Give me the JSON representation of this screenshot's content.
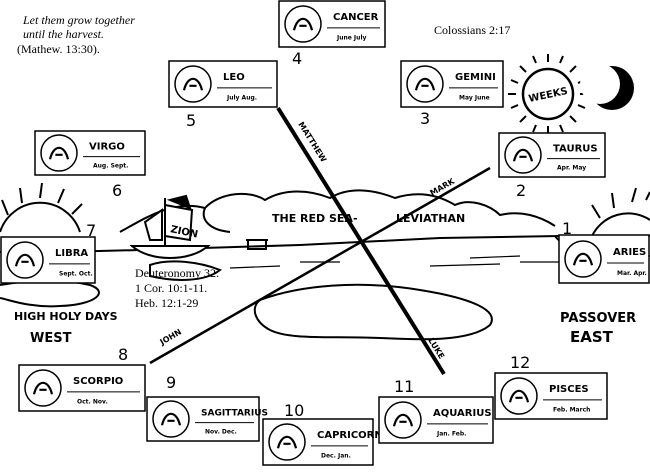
{
  "quote": {
    "line1": "Let them grow together",
    "line2": "until the harvest.",
    "ref": "(Mathew. 13:30)."
  },
  "colossians": "Colossians 2:17",
  "refs": [
    "Deuteronomy 32.",
    "1 Cor. 10:1-11.",
    "Heb. 12:1-29"
  ],
  "sea": {
    "left": "THE RED SEA-",
    "right": "LEVIATHAN"
  },
  "ship_label": "ZION",
  "weeks": "WEEKS",
  "gospels": {
    "matthew": "MATTHEW",
    "mark": "MARK",
    "luke": "LUKE",
    "john": "JOHN"
  },
  "labels": {
    "high_holy": "HIGH HOLY DAYS",
    "west": "WEST",
    "passover": "PASSOVER",
    "east": "EAST"
  },
  "signs": [
    {
      "num": "1",
      "name": "ARIES",
      "months": "Mar.   Apr."
    },
    {
      "num": "2",
      "name": "TAURUS",
      "months": "Apr.   May"
    },
    {
      "num": "3",
      "name": "GEMINI",
      "months": "May   June"
    },
    {
      "num": "4",
      "name": "CANCER",
      "months": "June   July"
    },
    {
      "num": "5",
      "name": "LEO",
      "months": "July   Aug."
    },
    {
      "num": "6",
      "name": "VIRGO",
      "months": "Aug.   Sept."
    },
    {
      "num": "7",
      "name": "LIBRA",
      "months": "Sept.   Oct."
    },
    {
      "num": "8",
      "name": "SCORPIO",
      "months": "Oct.   Nov."
    },
    {
      "num": "9",
      "name": "SAGITTARIUS",
      "months": "Nov.   Dec."
    },
    {
      "num": "10",
      "name": "CAPRICORN",
      "months": "Dec.   Jan."
    },
    {
      "num": "11",
      "name": "AQUARIUS",
      "months": "Jan.   Feb."
    },
    {
      "num": "12",
      "name": "PISCES",
      "months": "Feb.   March"
    }
  ],
  "icons": [
    "ram-icon",
    "bull-icon",
    "twins-icon",
    "crab-icon",
    "lion-icon",
    "virgin-icon",
    "scales-icon",
    "scorpion-icon",
    "archer-icon",
    "goat-icon",
    "water-bearer-icon",
    "fish-icon"
  ]
}
